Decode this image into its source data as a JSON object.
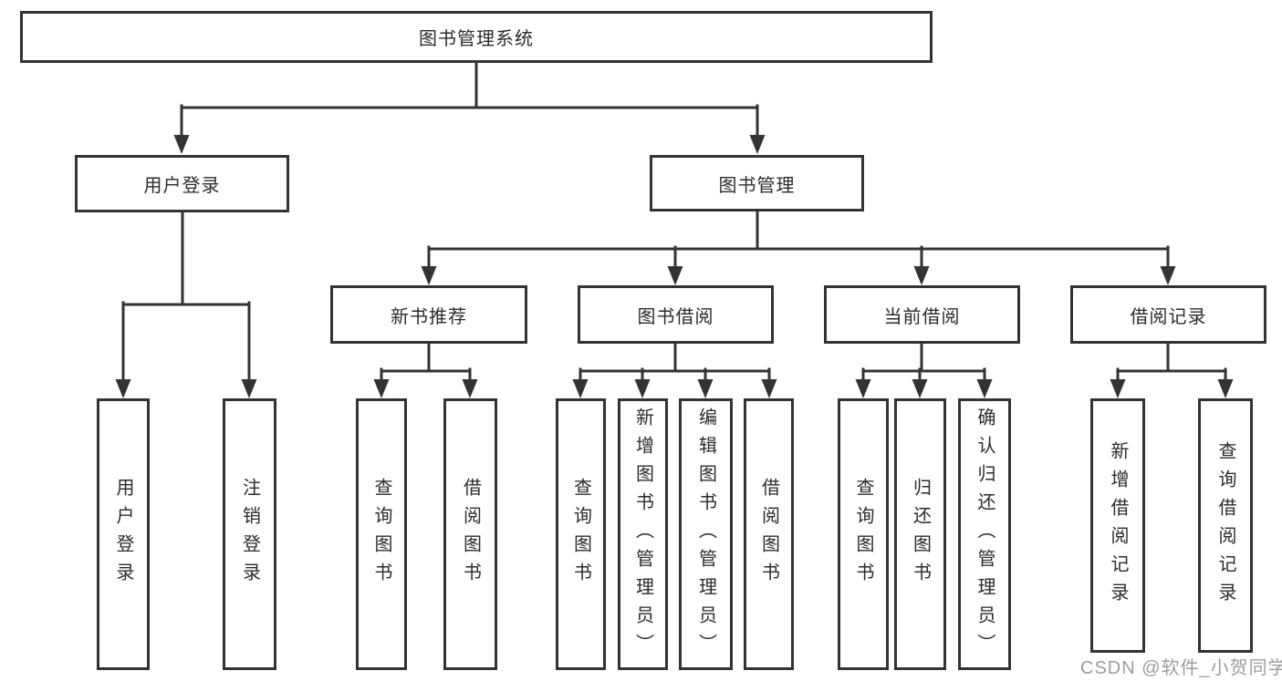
{
  "colors": {
    "background": "#ffffff",
    "box_border": "#333333",
    "connector": "#333333",
    "text": "#2b2b2b",
    "watermark": "#9d9d9d"
  },
  "tree": {
    "label": "图书管理系统",
    "children": [
      {
        "label": "用户登录",
        "children": [
          {
            "label": "用户登录"
          },
          {
            "label": "注销登录"
          }
        ]
      },
      {
        "label": "图书管理",
        "children": [
          {
            "label": "新书推荐",
            "children": [
              {
                "label": "查询图书"
              },
              {
                "label": "借阅图书"
              }
            ]
          },
          {
            "label": "图书借阅",
            "children": [
              {
                "label": "查询图书"
              },
              {
                "label": "新增图书（管理员）"
              },
              {
                "label": "编辑图书（管理员）"
              },
              {
                "label": "借阅图书"
              }
            ]
          },
          {
            "label": "当前借阅",
            "children": [
              {
                "label": "查询图书"
              },
              {
                "label": "归还图书"
              },
              {
                "label": "确认归还（管理员）"
              }
            ]
          },
          {
            "label": "借阅记录",
            "children": [
              {
                "label": "新增借阅记录"
              },
              {
                "label": "查询借阅记录"
              }
            ]
          }
        ]
      }
    ]
  },
  "watermark": "CSDN @软件_小贺同学"
}
